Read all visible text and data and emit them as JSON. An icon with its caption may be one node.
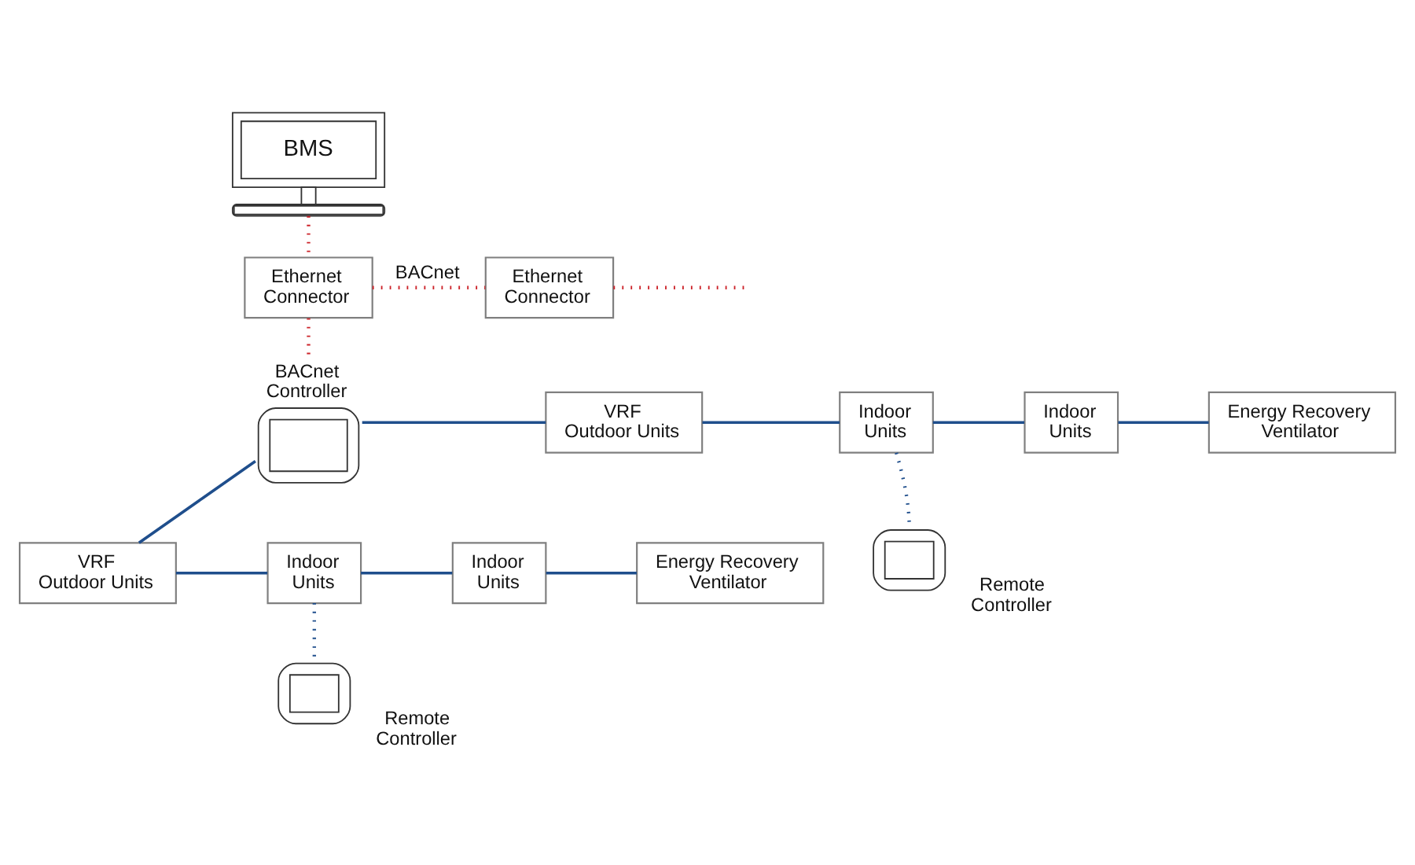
{
  "diagram": {
    "nodes": [
      {
        "text": [
          "BMS"
        ]
      },
      {
        "text": [
          "Ethernet Connector"
        ]
      },
      {
        "text": [
          "Ethernet Connector"
        ]
      },
      {
        "text": [
          "BACnet Controller"
        ]
      },
      {
        "text": [
          "VRF Outdoor Units"
        ]
      },
      {
        "text": [
          "Indoor Units"
        ]
      },
      {
        "text": [
          "Indoor Units"
        ]
      },
      {
        "text": [
          "Energy Recovery Ventilator"
        ]
      },
      {
        "text": [
          "Remote Controller"
        ]
      },
      {
        "text": [
          "VRF Outdoor Units"
        ]
      },
      {
        "text": [
          "Indoor Units"
        ]
      },
      {
        "text": [
          "Indoor Units"
        ]
      },
      {
        "text": [
          "Energy Recovery Ventilator"
        ]
      },
      {
        "text": [
          "Remote Controller"
        ]
      }
    ],
    "edges": [
      {
        "from": 0,
        "to": 1,
        "arrow": "none",
        "style": "dashed",
        "color": "#cc2229"
      },
      {
        "from": 1,
        "to": 2,
        "arrow": "none",
        "label": "BACnet",
        "style": "dashed",
        "color": "#cc2229"
      },
      {
        "from": 2,
        "to": null,
        "arrow": "none",
        "style": "dashed",
        "color": "#cc2229"
      },
      {
        "from": 1,
        "to": 3,
        "arrow": "none",
        "style": "dashed",
        "color": "#cc2229"
      },
      {
        "from": 3,
        "to": 4,
        "arrow": "none"
      },
      {
        "from": 3,
        "to": 9,
        "arrow": "none"
      },
      {
        "from": 4,
        "to": 5,
        "arrow": "none"
      },
      {
        "from": 5,
        "to": 6,
        "arrow": "none"
      },
      {
        "from": 6,
        "to": 7,
        "arrow": "none"
      },
      {
        "from": 5,
        "to": 8,
        "arrow": "none",
        "style": "dashed"
      },
      {
        "from": 9,
        "to": 10,
        "arrow": "none"
      },
      {
        "from": 10,
        "to": 11,
        "arrow": "none"
      },
      {
        "from": 11,
        "to": 12,
        "arrow": "none"
      },
      {
        "from": 10,
        "to": 13,
        "arrow": "none",
        "style": "dashed"
      }
    ]
  }
}
